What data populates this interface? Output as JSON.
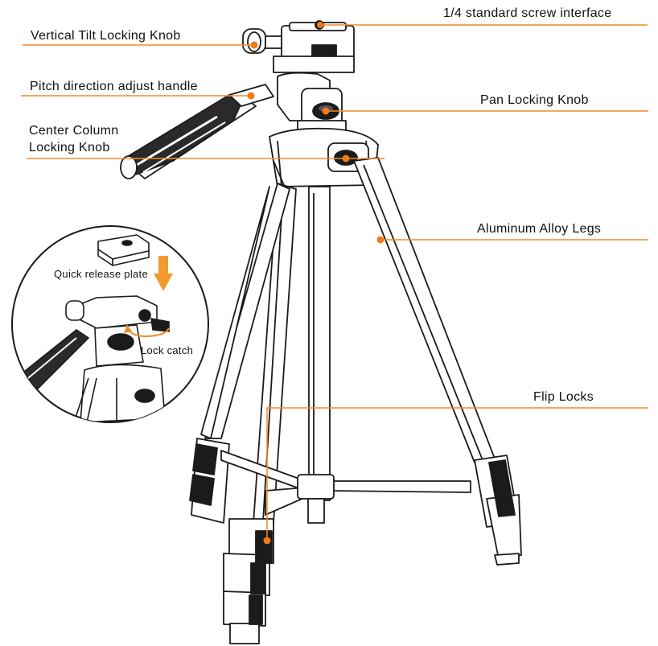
{
  "colors": {
    "leader": "#f28c28",
    "dot": "#f07a1a",
    "arrow": "#f39a2e",
    "ink": "#1b1b1b"
  },
  "labels": {
    "screw_interface": "1/4 standard screw interface",
    "vertical_tilt": "Vertical Tilt Locking Knob",
    "pitch_handle": "Pitch direction adjust handle",
    "pan_locking": "Pan Locking Knob",
    "center_column_line1": "Center Column",
    "center_column_line2": "Locking Knob",
    "aluminum_legs": "Aluminum Alloy Legs",
    "flip_locks": "Flip Locks",
    "quick_release_plate": "Quick release plate",
    "lock_catch": "Lock catch"
  },
  "icons": {
    "down_arrow": "orange-down-arrow-icon"
  }
}
